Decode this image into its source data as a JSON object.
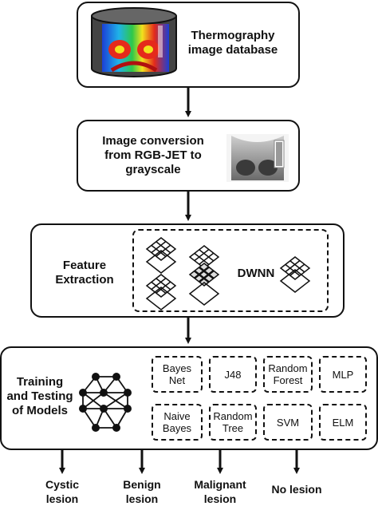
{
  "stage1": {
    "label": "Thermography\nimage database"
  },
  "stage2": {
    "label": "Image conversion\nfrom RGB-JET to\ngrayscale"
  },
  "stage3": {
    "label": "Feature\nExtraction",
    "network": "DWNN"
  },
  "stage4": {
    "label": "Training\nand Testing\nof Models",
    "models": [
      "Bayes\nNet",
      "J48",
      "Random\nForest",
      "MLP",
      "Naive\nBayes",
      "Random\nTree",
      "SVM",
      "ELM"
    ]
  },
  "outputs": [
    "Cystic\nlesion",
    "Benign\nlesion",
    "Malignant\nlesion",
    "No lesion"
  ],
  "colors": {
    "stroke": "#111111",
    "thermal_hot": "#e52a1b",
    "thermal_cold": "#1b3fd6"
  }
}
